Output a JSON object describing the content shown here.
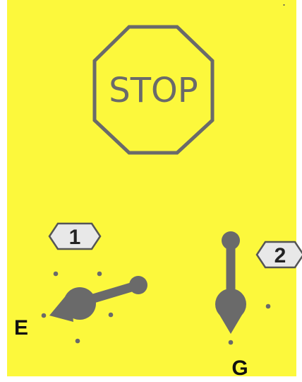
{
  "colors": {
    "background": "#fcf83c",
    "ink": "#6a6a6a",
    "badge_fill": "#e8e8e8",
    "badge_stroke": "#555555",
    "label": "#111111"
  },
  "sign": {
    "text": "STOP",
    "shape": "octagon-icon"
  },
  "switches": [
    {
      "badge": "1",
      "position_label": "E",
      "icon": "rotary-switch-icon"
    },
    {
      "badge": "2",
      "position_label": "G",
      "icon": "rotary-switch-icon"
    }
  ]
}
